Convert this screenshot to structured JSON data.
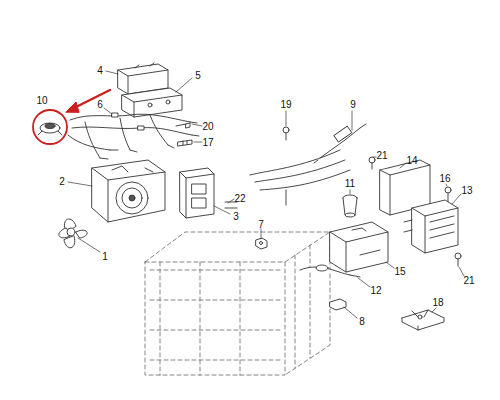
{
  "diagram": {
    "labels": [
      "4",
      "5",
      "10",
      "6",
      "20",
      "17",
      "2",
      "1",
      "22",
      "3",
      "7",
      "19",
      "9",
      "21",
      "14",
      "11",
      "16",
      "13",
      "15",
      "12",
      "21",
      "8",
      "18"
    ]
  }
}
